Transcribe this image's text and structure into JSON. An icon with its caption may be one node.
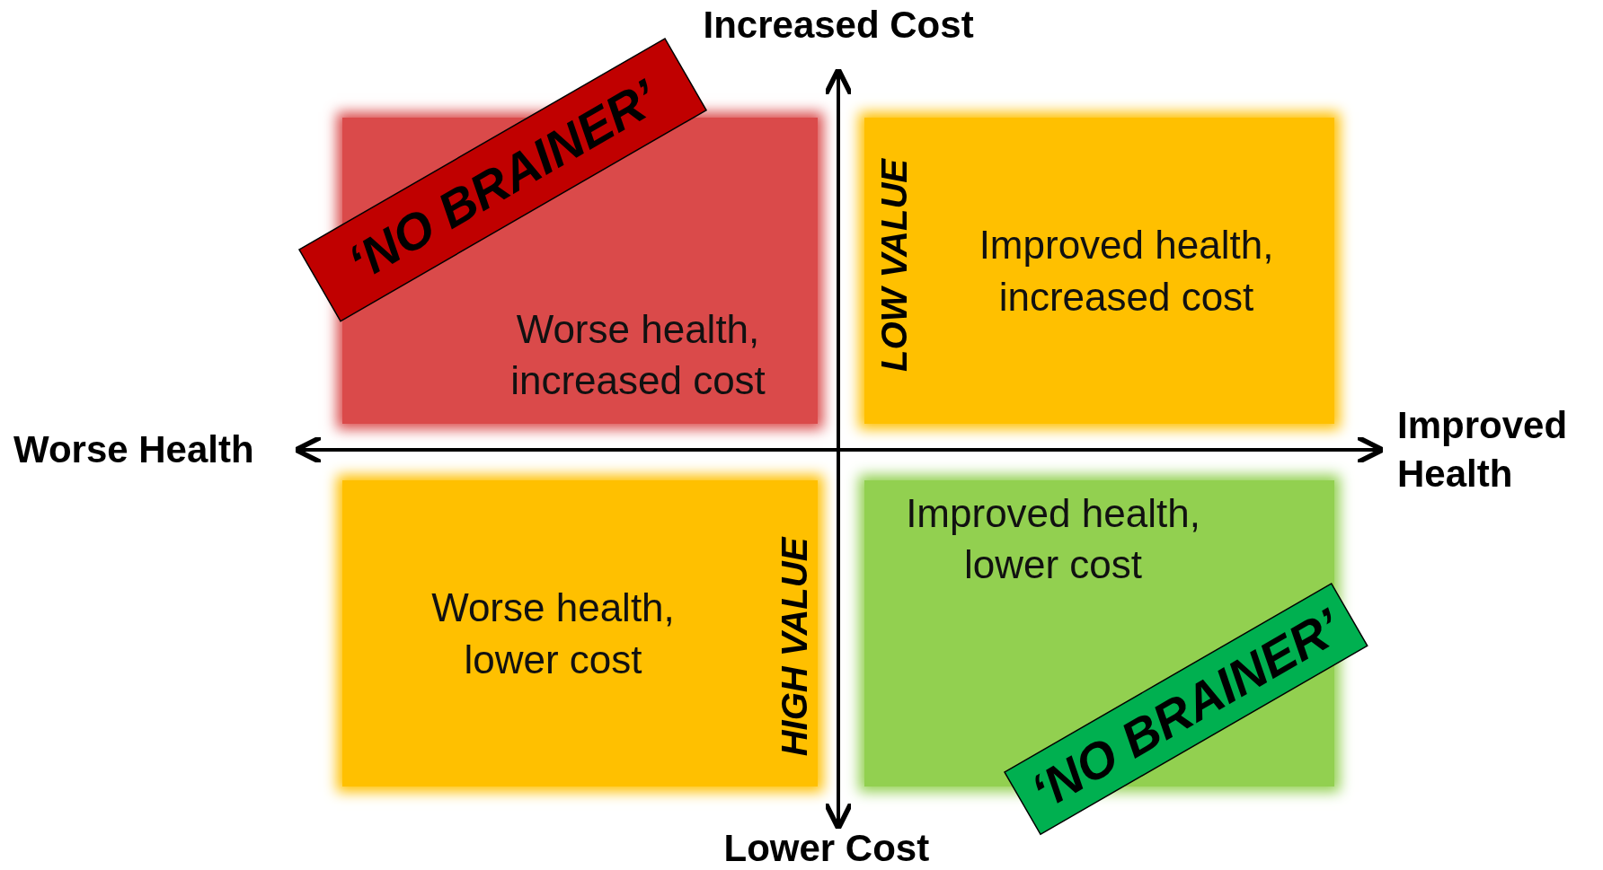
{
  "diagram": {
    "nodes": [
      {
        "text": [
          "Worse health, increased cost"
        ]
      },
      {
        "text": [
          "Improved health, increased cost"
        ]
      },
      {
        "text": [
          "Worse health, lower cost"
        ]
      },
      {
        "text": [
          "Improved health, lower cost"
        ]
      },
      {
        "text": [
          "‘NO BRAINER’"
        ]
      },
      {
        "text": [
          "‘NO BRAINER’"
        ]
      }
    ],
    "labels": [
      "Increased Cost",
      "LOW VALUE",
      "Worse Health",
      "Improved Health",
      "HIGH VALUE",
      "Lower Cost"
    ]
  }
}
